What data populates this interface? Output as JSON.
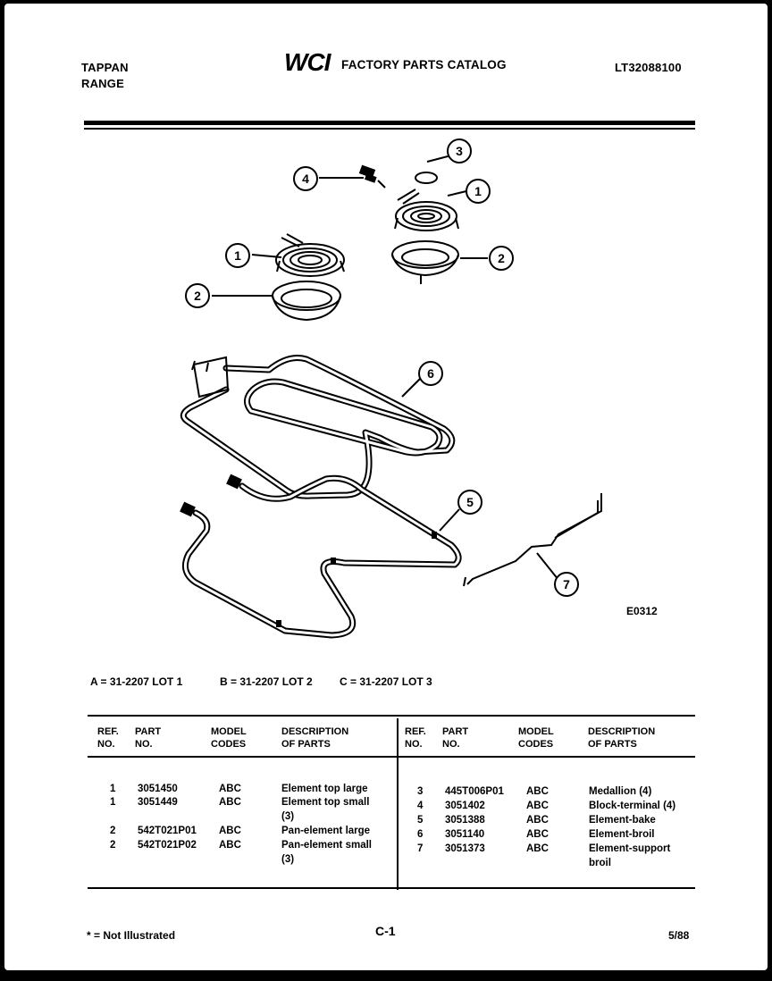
{
  "header": {
    "brand": "TAPPAN",
    "product": "RANGE",
    "logo": "WCI",
    "catalog_title": "FACTORY PARTS CATALOG",
    "model_number": "LT32088100"
  },
  "diagram": {
    "callouts": [
      "1",
      "2",
      "3",
      "4",
      "5",
      "6",
      "7"
    ],
    "drawing_code": "E0312"
  },
  "lots": {
    "a": "A = 31-2207 LOT 1",
    "b": "B = 31-2207 LOT 2",
    "c": "C = 31-2207 LOT 3"
  },
  "table": {
    "headers": {
      "ref": [
        "REF.",
        "NO."
      ],
      "part": [
        "PART",
        "NO."
      ],
      "model": [
        "MODEL",
        "CODES"
      ],
      "desc": [
        "DESCRIPTION",
        "OF PARTS"
      ]
    },
    "left_rows": [
      {
        "ref": "1",
        "part": "3051450",
        "model": "ABC",
        "desc": [
          "Element top large"
        ]
      },
      {
        "ref": "1",
        "part": "3051449",
        "model": "ABC",
        "desc": [
          "Element top small",
          "(3)"
        ]
      },
      {
        "ref": "2",
        "part": "542T021P01",
        "model": "ABC",
        "desc": [
          "Pan-element large"
        ]
      },
      {
        "ref": "2",
        "part": "542T021P02",
        "model": "ABC",
        "desc": [
          "Pan-element small",
          "(3)"
        ]
      }
    ],
    "right_rows": [
      {
        "ref": "3",
        "part": "445T006P01",
        "model": "ABC",
        "desc": [
          "Medallion (4)"
        ]
      },
      {
        "ref": "4",
        "part": "3051402",
        "model": "ABC",
        "desc": [
          "Block-terminal (4)"
        ]
      },
      {
        "ref": "5",
        "part": "3051388",
        "model": "ABC",
        "desc": [
          "Element-bake"
        ]
      },
      {
        "ref": "6",
        "part": "3051140",
        "model": "ABC",
        "desc": [
          "Element-broil"
        ]
      },
      {
        "ref": "7",
        "part": "3051373",
        "model": "ABC",
        "desc": [
          "Element-support",
          "broil"
        ]
      }
    ]
  },
  "footer": {
    "note": "* = Not Illustrated",
    "page": "C-1",
    "date": "5/88"
  }
}
